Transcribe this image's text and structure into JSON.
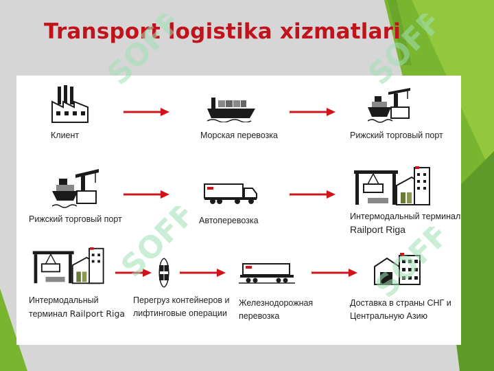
{
  "slide": {
    "title": "Transport logistika xizmatlari",
    "watermark_text": "SOFF",
    "colors": {
      "title": "#c0141c",
      "arrow": "#d0141c",
      "accent_green": "#7ab530",
      "watermark": "#9fe0b4"
    }
  },
  "nodes": [
    {
      "id": "client",
      "icon": "factory-icon",
      "label": "Клиент"
    },
    {
      "id": "sea",
      "icon": "ship-icon",
      "label": "Морская перевозка"
    },
    {
      "id": "riga-port-1",
      "icon": "port-crane-icon",
      "label": "Рижский торговый порт"
    },
    {
      "id": "riga-port-2",
      "icon": "port-crane-icon",
      "label": "Рижский торговый порт"
    },
    {
      "id": "auto",
      "icon": "truck-icon",
      "label": "Автоперевозка"
    },
    {
      "id": "terminal-1",
      "icon": "terminal-icon",
      "label_line1": "Интермодальный терминал",
      "label_line2": "Railport Riga"
    },
    {
      "id": "terminal-2",
      "icon": "terminal-icon",
      "label_line1": "Интермодальный",
      "label_line2_prefix": "терминал",
      "label_line2_suffix": "Railport Riga"
    },
    {
      "id": "transshipment",
      "icon": "container-lift-icon",
      "label_line1": "Перегруз контейнеров и",
      "label_line2": "лифтинговые операции"
    },
    {
      "id": "rail",
      "icon": "rail-wagon-icon",
      "label_line1": "Железнодорожная",
      "label_line2": "перевозка"
    },
    {
      "id": "delivery",
      "icon": "warehouse-icon",
      "label_line1": "Доставка в страны СНГ и",
      "label_line2": "Центральную Азию"
    }
  ]
}
